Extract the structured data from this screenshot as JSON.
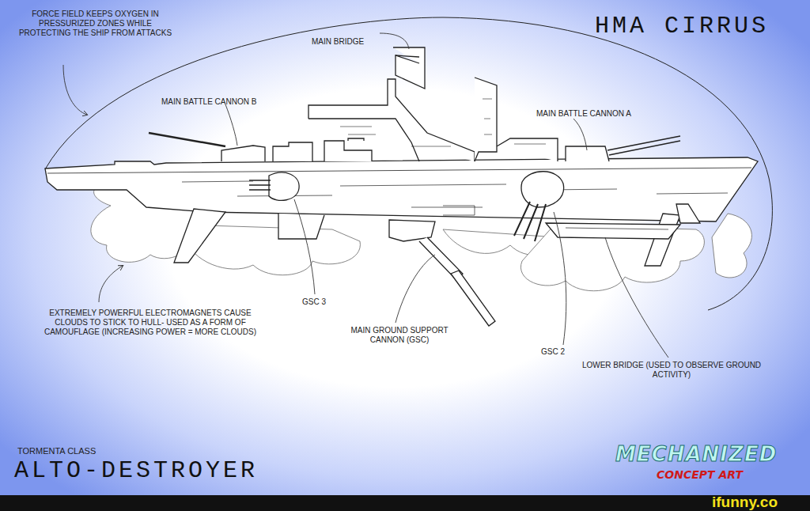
{
  "diagram": {
    "title": "HMA CIRRUS",
    "labels": [
      "FORCE FIELD KEEPS OXYGEN IN PRESSURIZED ZONES WHILE PROTECTING THE SHIP FROM ATTACKS",
      "MAIN BRIDGE",
      "MAIN BATTLE CANNON B",
      "MAIN BATTLE CANNON A",
      "EXTREMELY POWERFUL ELECTROMAGNETS CAUSE CLOUDS TO STICK TO HULL- USED AS A FORM OF CAMOUFLAGE (INCREASING POWER = MORE CLOUDS)",
      "GSC 3",
      "MAIN GROUND SUPPORT CANNON (GSC)",
      "GSC 2",
      "LOWER BRIDGE (USED TO OBSERVE GROUND ACTIVITY)",
      "TORMENTA CLASS",
      "ALTO-DESTROYER",
      "MECHANIZED",
      "CONCEPT ART",
      "ifunny.co"
    ]
  }
}
